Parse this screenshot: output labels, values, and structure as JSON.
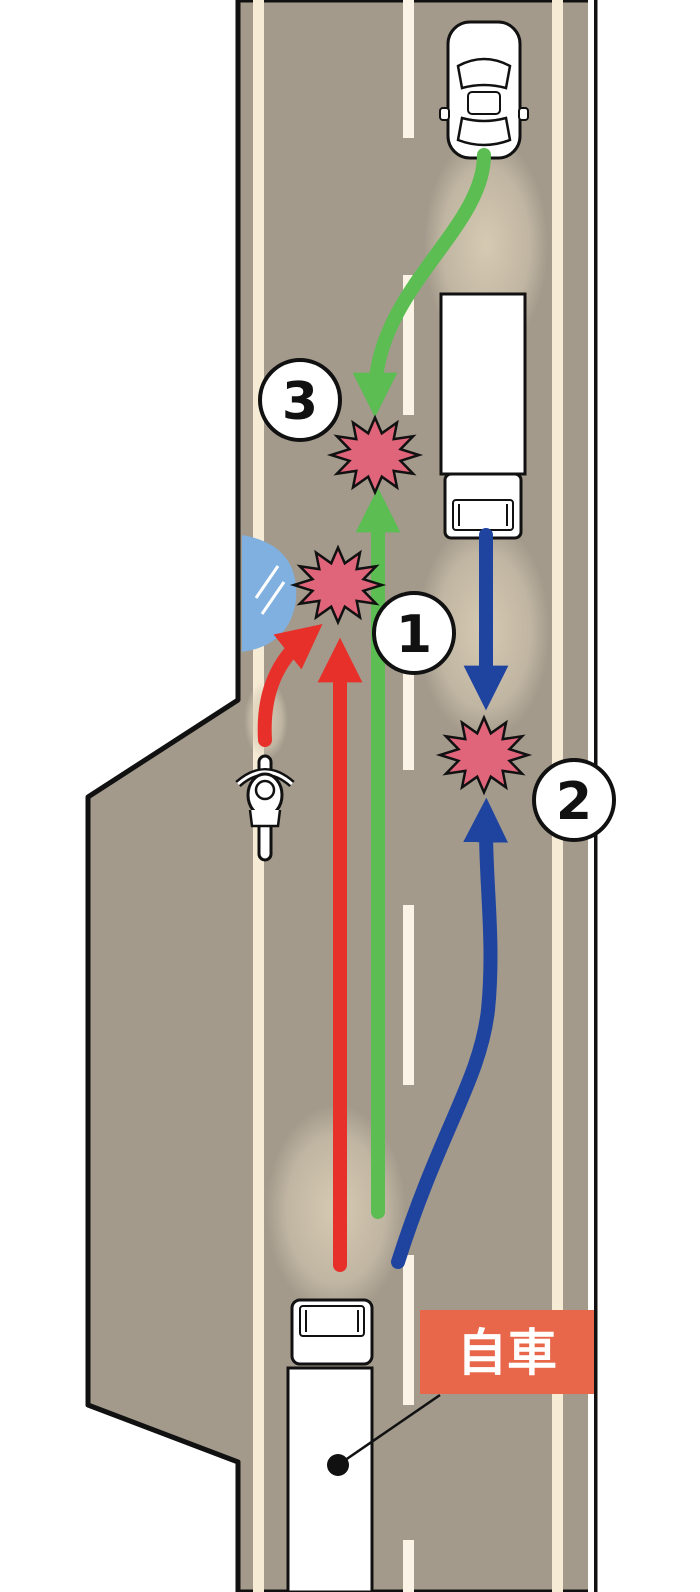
{
  "colors": {
    "road": "#a39a8c",
    "background": "#ffffff",
    "lane_line": "#f6ecd6",
    "dash": "#fbf4e6",
    "outline": "#111111",
    "crash": "#e0647a",
    "red_path": "#e8302a",
    "green_path": "#5cbd52",
    "blue_path": "#1f44a0",
    "building": "#7fb0e0",
    "label_bg": "#e8674a",
    "headlight": "#d8ccb4"
  },
  "markers": [
    {
      "id": "1",
      "label": "1"
    },
    {
      "id": "2",
      "label": "2"
    },
    {
      "id": "3",
      "label": "3"
    }
  ],
  "own_vehicle": {
    "label": "自車"
  },
  "vehicles": [
    {
      "name": "oncoming-car",
      "icon": "car-icon"
    },
    {
      "name": "oncoming-truck",
      "icon": "truck-icon"
    },
    {
      "name": "cyclist",
      "icon": "bicycle-icon"
    },
    {
      "name": "own-truck",
      "icon": "truck-icon"
    }
  ]
}
